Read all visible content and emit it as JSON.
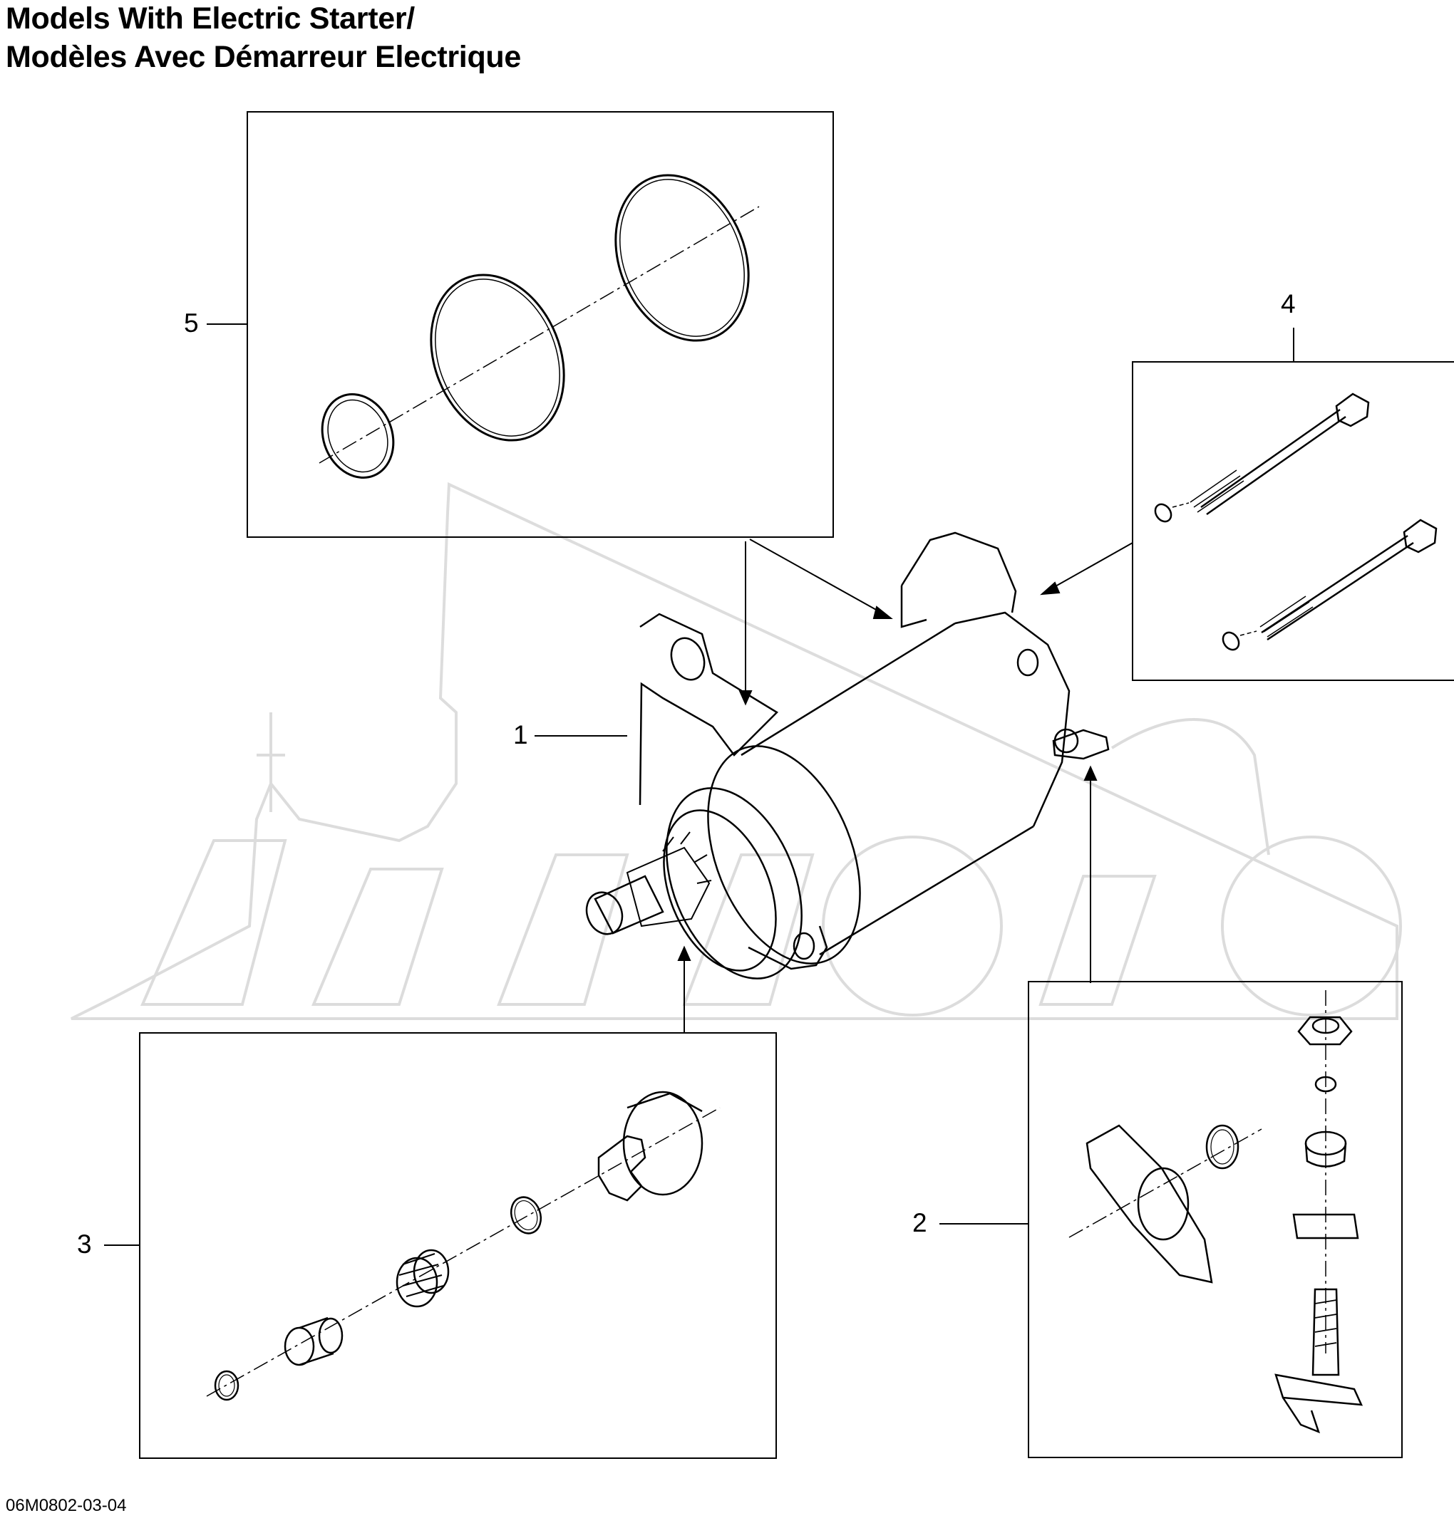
{
  "title": {
    "line1": "Models With Electric Starter/",
    "line2": "Modèles Avec Démarreur Electrique"
  },
  "callouts": [
    {
      "id": "1",
      "label": "1"
    },
    {
      "id": "2",
      "label": "2"
    },
    {
      "id": "3",
      "label": "3"
    },
    {
      "id": "4",
      "label": "4"
    },
    {
      "id": "5",
      "label": "5"
    }
  ],
  "diagram_code": "06M0802-03-04",
  "colors": {
    "line": "#000000",
    "watermark": "#d9d9d9"
  }
}
